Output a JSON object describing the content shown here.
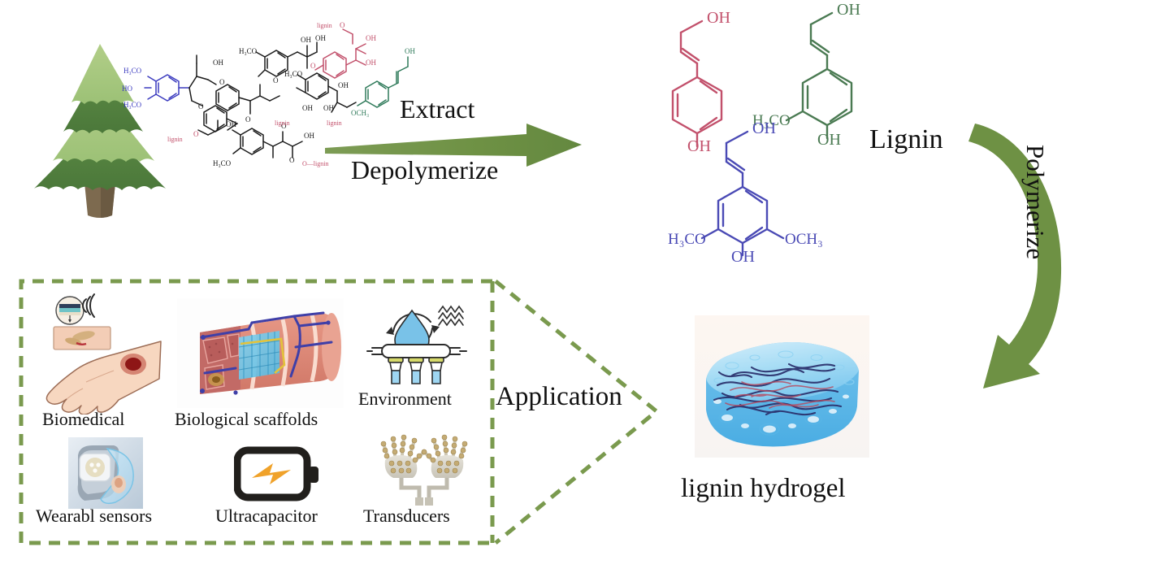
{
  "diagram": {
    "title": "Lignin extraction, polymerization and hydrogel application cycle",
    "accent_green": "#6e9144",
    "dashed_green": "#7a9a4e"
  },
  "source": {
    "name": "tree-icon",
    "label": "",
    "colors": {
      "foliage_light": "#a9c87e",
      "foliage_mid": "#8bb563",
      "foliage_dark": "#4f7d3c",
      "trunk": "#7d6a4f"
    }
  },
  "polymer": {
    "name": "lignin-polymer-structure",
    "groups": [
      "OH",
      "OCH3",
      "H3CO",
      "lignin",
      "O"
    ],
    "colors": {
      "blue": "#3b3bbf",
      "black": "#1a1a1a",
      "pink": "#c2506b",
      "green": "#2f7a5a"
    }
  },
  "extract_arrow": {
    "label_top": "Extract",
    "label_bottom": "Depolymerize",
    "color": "#6e9144",
    "direction": "right"
  },
  "monomers": [
    {
      "name": "p-coumaryl-alcohol",
      "color": "#c2506b",
      "groups": [
        "OH",
        "OH"
      ]
    },
    {
      "name": "coniferyl-alcohol",
      "color": "#4a7a52",
      "groups": [
        "OH",
        "H3CO",
        "OH"
      ]
    },
    {
      "name": "sinapyl-alcohol",
      "color": "#4a4ab5",
      "groups": [
        "OH",
        "H3CO",
        "OCH3",
        "OH"
      ]
    }
  ],
  "lignin_label": "Lignin",
  "polymerize_arrow": {
    "label": "Polymerize",
    "color": "#6e9144",
    "direction": "clockwise-down"
  },
  "product": {
    "label": "lignin hydrogel",
    "name": "lignin-hydrogel-image",
    "colors": {
      "gel_light": "#bfe4f7",
      "gel_mid": "#5cb8e8",
      "chain_dark": "#2a2f6b",
      "chain_red": "#b8495e"
    }
  },
  "application": {
    "label": "Application",
    "border_color": "#7a9a4e",
    "items": [
      {
        "label": "Biomedical",
        "icon": "wound-healing-patch-icon"
      },
      {
        "label": "Biological scaffolds",
        "icon": "muscle-tissue-scaffold-icon"
      },
      {
        "label": "Environment",
        "icon": "water-filtration-icon"
      },
      {
        "label": "Wearabl sensors",
        "icon": "smartwatch-sensor-icon"
      },
      {
        "label": "Ultracapacitor",
        "icon": "battery-bolt-icon"
      },
      {
        "label": "Transducers",
        "icon": "hand-electrode-array-icon"
      }
    ]
  }
}
